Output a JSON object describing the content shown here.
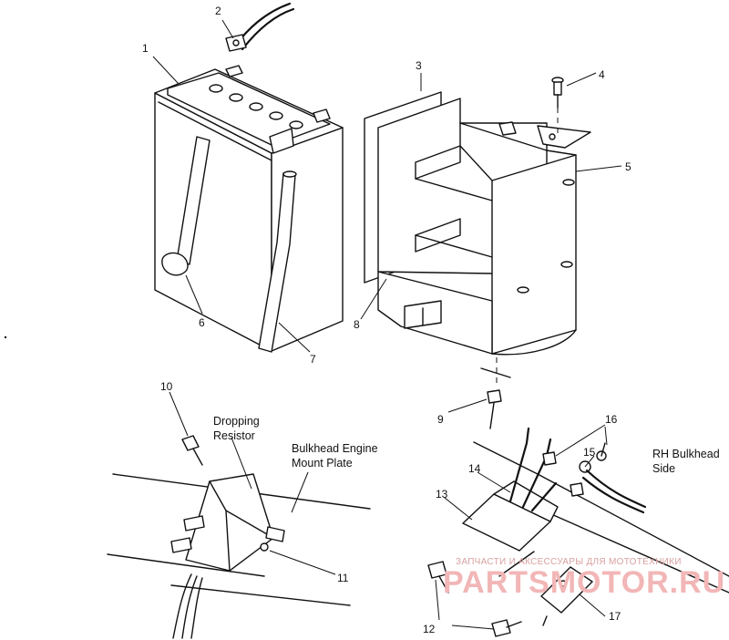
{
  "callouts": [
    "1",
    "2",
    "3",
    "4",
    "5",
    "6",
    "7",
    "8",
    "9",
    "10",
    "11",
    "12",
    "13",
    "14",
    "15",
    "16",
    "17"
  ],
  "labels": {
    "dropping_resistor": [
      "Dropping",
      "Resistor"
    ],
    "bulkhead_plate": [
      "Bulkhead Engine",
      "Mount Plate"
    ],
    "rh_bulkhead": [
      "RH Bulkhead",
      "Side"
    ]
  },
  "watermark": {
    "small": "ЗАПЧАСТИ И АКСЕССУАРЫ ДЛЯ МОТОТЕХНИКИ",
    "large": "PARTSMOTOR.RU"
  }
}
